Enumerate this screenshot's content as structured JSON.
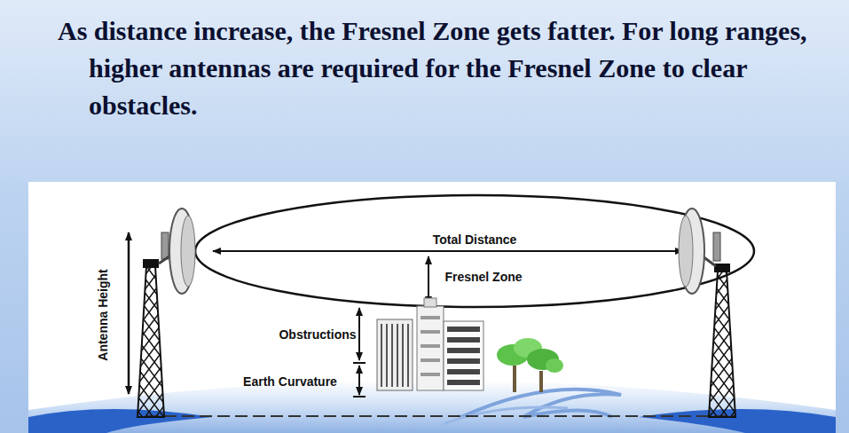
{
  "diagram": {
    "title": "As distance increase, the Fresnel Zone gets fatter. For long ranges, higher antennas are required for the Fresnel Zone to clear obstacles.",
    "labels": [
      "Total Distance",
      "Fresnel Zone",
      "Obstructions",
      "Earth Curvature",
      "Antenna Height"
    ]
  }
}
